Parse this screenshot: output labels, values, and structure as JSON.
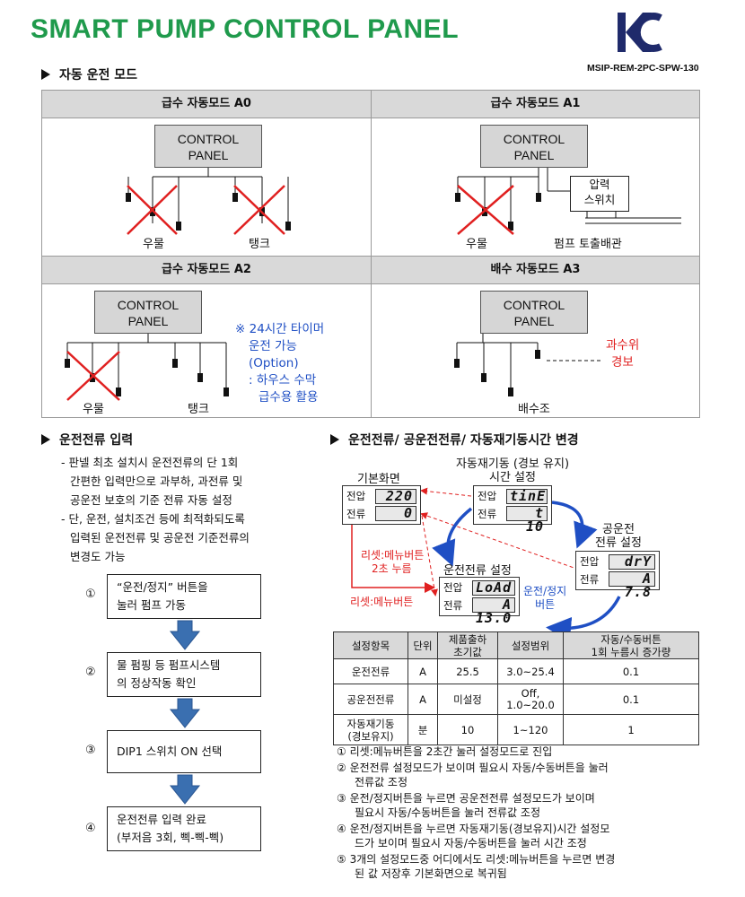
{
  "header": {
    "title": "SMART PUMP CONTROL PANEL",
    "cert_number": "MSIP-REM-2PC-SPW-130"
  },
  "auto_mode": {
    "heading": "자동 운전 모드",
    "panels": [
      {
        "title": "급수 자동모드 A0",
        "box": [
          "CONTROL",
          "PANEL"
        ],
        "labels": [
          "우물",
          "탱크"
        ]
      },
      {
        "title": "급수 자동모드 A1",
        "box": [
          "CONTROL",
          "PANEL"
        ],
        "labels": [
          "우물",
          "펌프 토출배관"
        ],
        "switch": [
          "압력",
          "스위치"
        ]
      },
      {
        "title": "급수 자동모드 A2",
        "box": [
          "CONTROL",
          "PANEL"
        ],
        "labels": [
          "우물",
          "탱크"
        ],
        "note": [
          "※ 24시간 타이머",
          "운전 가능",
          "(Option)",
          ": 하우스 수막",
          "급수용 활용"
        ]
      },
      {
        "title": "배수 자동모드 A3",
        "box": [
          "CONTROL",
          "PANEL"
        ],
        "labels": [
          "배수조"
        ],
        "alarm": [
          "과수위",
          "경보"
        ]
      }
    ]
  },
  "current_input": {
    "heading": "운전전류 입력",
    "bullets": [
      [
        "- 판넬 최초 설치시 운전전류의 단 1회",
        "간편한 입력만으로 과부하, 과전류 및",
        "공운전 보호의 기준 전류 자동 설정"
      ],
      [
        "- 단, 운전, 설치조건 등에 최적화되도록",
        "입력된 운전전류 및 공운전 기준전류의",
        "변경도 가능"
      ]
    ],
    "steps": [
      {
        "num": "①",
        "lines": [
          "“운전/정지” 버튼을",
          "눌러 펌프 가동"
        ]
      },
      {
        "num": "②",
        "lines": [
          "물 펌핑 등 펌프시스템",
          "의 정상작동 확인"
        ]
      },
      {
        "num": "③",
        "lines": [
          "DIP1 스위치 ON 선택"
        ]
      },
      {
        "num": "④",
        "lines": [
          "운전전류 입력 완료",
          "(부저음 3회, 삑-삑-삑)"
        ]
      }
    ]
  },
  "change": {
    "heading": "운전전류/ 공운전전류/ 자동재기동시간 변경",
    "displays": {
      "basic": {
        "title": "기본화면",
        "top_label": "전압",
        "bottom_label": "전류",
        "top_value": "220",
        "bottom_value": "0"
      },
      "restart": {
        "title": [
          "자동재기동 (경보 유지)",
          "시간 설정"
        ],
        "top_label": "전압",
        "bottom_label": "전류",
        "top_value": "tinE",
        "bottom_value": "t 10"
      },
      "run": {
        "title": "운전전류 설정",
        "top_label": "전압",
        "bottom_label": "전류",
        "top_value": "LoAd",
        "bottom_value": "A 13.0"
      },
      "dry": {
        "title": [
          "공운전",
          "전류 설정"
        ],
        "top_label": "전압",
        "bottom_label": "전류",
        "top_value": "drY",
        "bottom_value": "A 7.8"
      }
    },
    "arrows": {
      "reset_hold": [
        "리셋:메뉴버튼",
        "2초 누름"
      ],
      "reset_menu": "리셋:메뉴버튼",
      "run_stop": [
        "운전/정지",
        "버튼"
      ]
    },
    "table": {
      "headers": [
        "설정항목",
        "단위",
        "제품출하\n초기값",
        "설정범위",
        "자동/수동버튼\n1회 누름시 증가량"
      ],
      "rows": [
        [
          "운전전류",
          "A",
          "25.5",
          "3.0~25.4",
          "0.1"
        ],
        [
          "공운전전류",
          "A",
          "미설정",
          "Off,\n1.0~20.0",
          "0.1"
        ],
        [
          "자동재기동\n(경보유지)",
          "분",
          "10",
          "1~120",
          "1"
        ]
      ]
    },
    "notes": [
      [
        "① 리셋:메뉴버튼을  2초간 눌러 설정모드로 진입"
      ],
      [
        "② 운전전류 설정모드가 보이며 필요시 자동/수동버튼을 눌러",
        "전류값 조정"
      ],
      [
        "③ 운전/정지버튼을 누르면 공운전전류 설정모드가 보이며",
        "필요시 자동/수동버튼을 눌러 전류값 조정"
      ],
      [
        "④ 운전/정지버튼을 누르면 자동재기동(경보유지)시간 설정모",
        "드가 보이며 필요시 자동/수동버튼을 눌러 시간 조정"
      ],
      [
        "⑤ 3개의 설정모드중 어디에서도 리셋:메뉴버튼을 누르면 변경",
        "된 값 저장후 기본화면으로 복귀됨"
      ]
    ]
  }
}
